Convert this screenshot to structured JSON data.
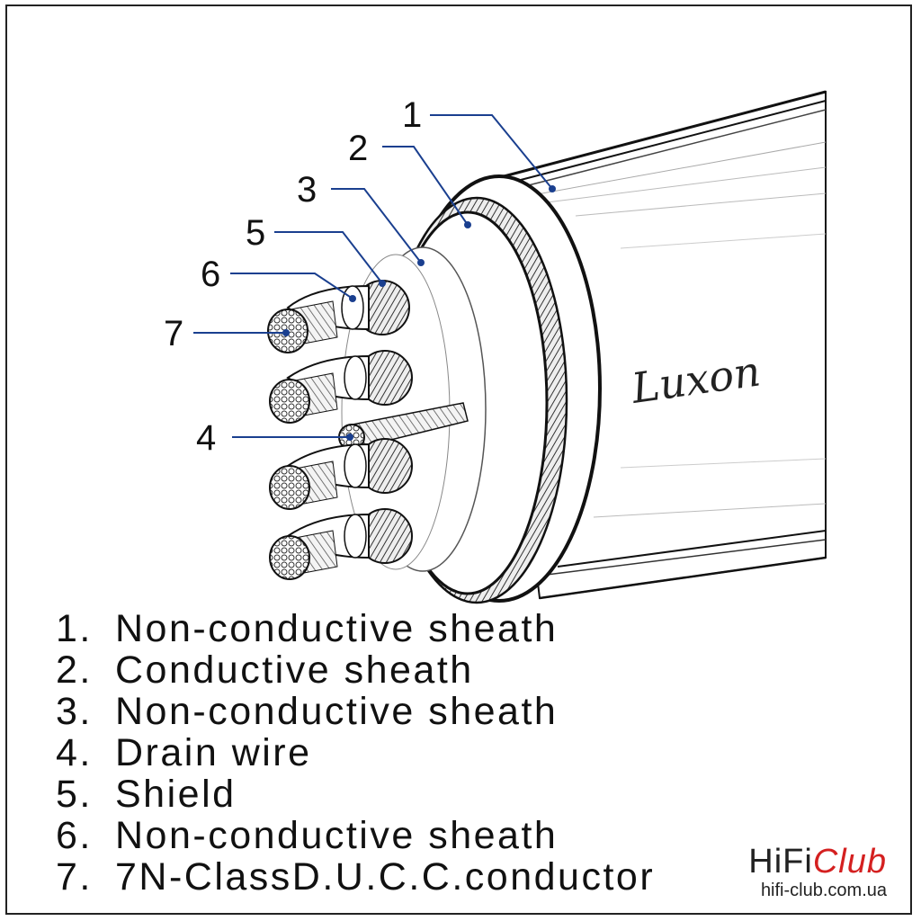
{
  "callouts": [
    {
      "number": "1"
    },
    {
      "number": "2"
    },
    {
      "number": "3"
    },
    {
      "number": "5"
    },
    {
      "number": "6"
    },
    {
      "number": "7"
    },
    {
      "number": "4"
    }
  ],
  "cable_print": "Luxon",
  "legend": [
    {
      "num": "1.",
      "text": "Non-conductive sheath"
    },
    {
      "num": "2.",
      "text": "Conductive sheath"
    },
    {
      "num": "3.",
      "text": "Non-conductive sheath"
    },
    {
      "num": "4.",
      "text": "Drain wire"
    },
    {
      "num": "5.",
      "text": "Shield"
    },
    {
      "num": "6.",
      "text": "Non-conductive sheath"
    },
    {
      "num": "7.",
      "text": "7N-ClassD.U.C.C.conductor"
    }
  ],
  "watermark": {
    "part1": "HiFi",
    "part2": "Club",
    "url": "hifi-club.com.ua"
  },
  "colors": {
    "leader": "#1a3f8f",
    "outline": "#111111",
    "brand_red": "#d42020"
  }
}
